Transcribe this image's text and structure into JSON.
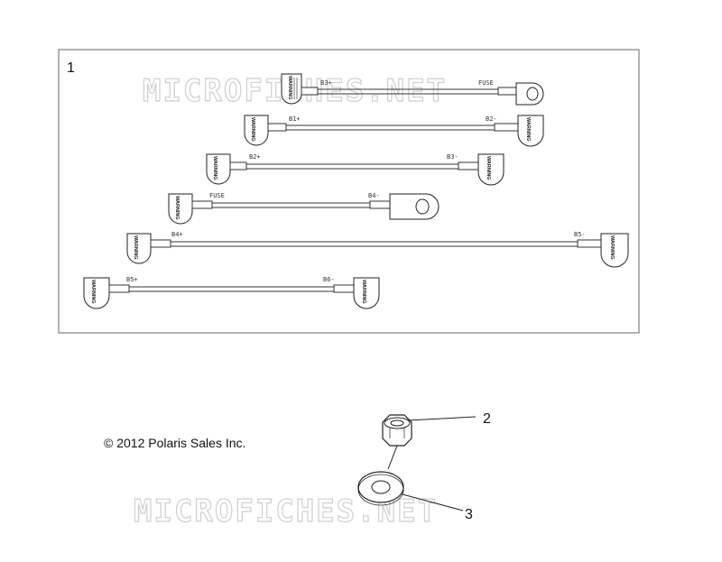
{
  "group_number": "1",
  "watermark": "MICROFICHES.NET",
  "copyright": "© 2012 Polaris Sales Inc.",
  "warning_label": "WARNING",
  "callouts": [
    "2",
    "3"
  ],
  "cables": [
    {
      "left": "B3+",
      "right": "FUSE"
    },
    {
      "left": "B1+",
      "right": "B2-"
    },
    {
      "left": "B2+",
      "right": "B3-"
    },
    {
      "left": "FUSE",
      "right": "B4-"
    },
    {
      "left": "B4+",
      "right": "B5-"
    },
    {
      "left": "B5+",
      "right": "B6-"
    }
  ]
}
